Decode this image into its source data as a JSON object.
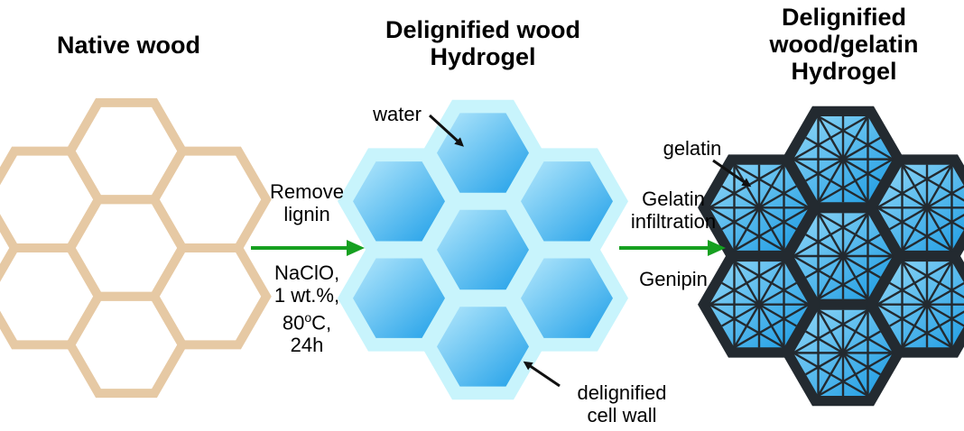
{
  "panels": {
    "native": {
      "title": "Native wood"
    },
    "delignified": {
      "title_line1": "Delignified wood",
      "title_line2": "Hydrogel"
    },
    "gelatin": {
      "title_line1": "Delignified",
      "title_line2": "wood/gelatin",
      "title_line3": "Hydrogel"
    }
  },
  "step1": {
    "above_line1": "Remove",
    "above_line2": "lignin",
    "below_line1": "NaClO,",
    "below_line2": "1 wt.%,",
    "below_line3_num": "80",
    "below_line3_sup": "o",
    "below_line3_unit": "C,",
    "below_line4": "24h"
  },
  "step2": {
    "above_line1": "Gelatin",
    "above_line2": "infiltration",
    "below_line1": "Genipin"
  },
  "callouts": {
    "water": "water",
    "cell_wall_line1": "delignified",
    "cell_wall_line2": "cell wall",
    "gelatin": "gelatin"
  },
  "colors": {
    "wood": "#e6c9a4",
    "cell_wall": "#c8f4fc",
    "water_light": "#a9e2fb",
    "water_dark": "#1e9ee6",
    "gel_dark": "#232a30",
    "arrow_green": "#16a020"
  }
}
